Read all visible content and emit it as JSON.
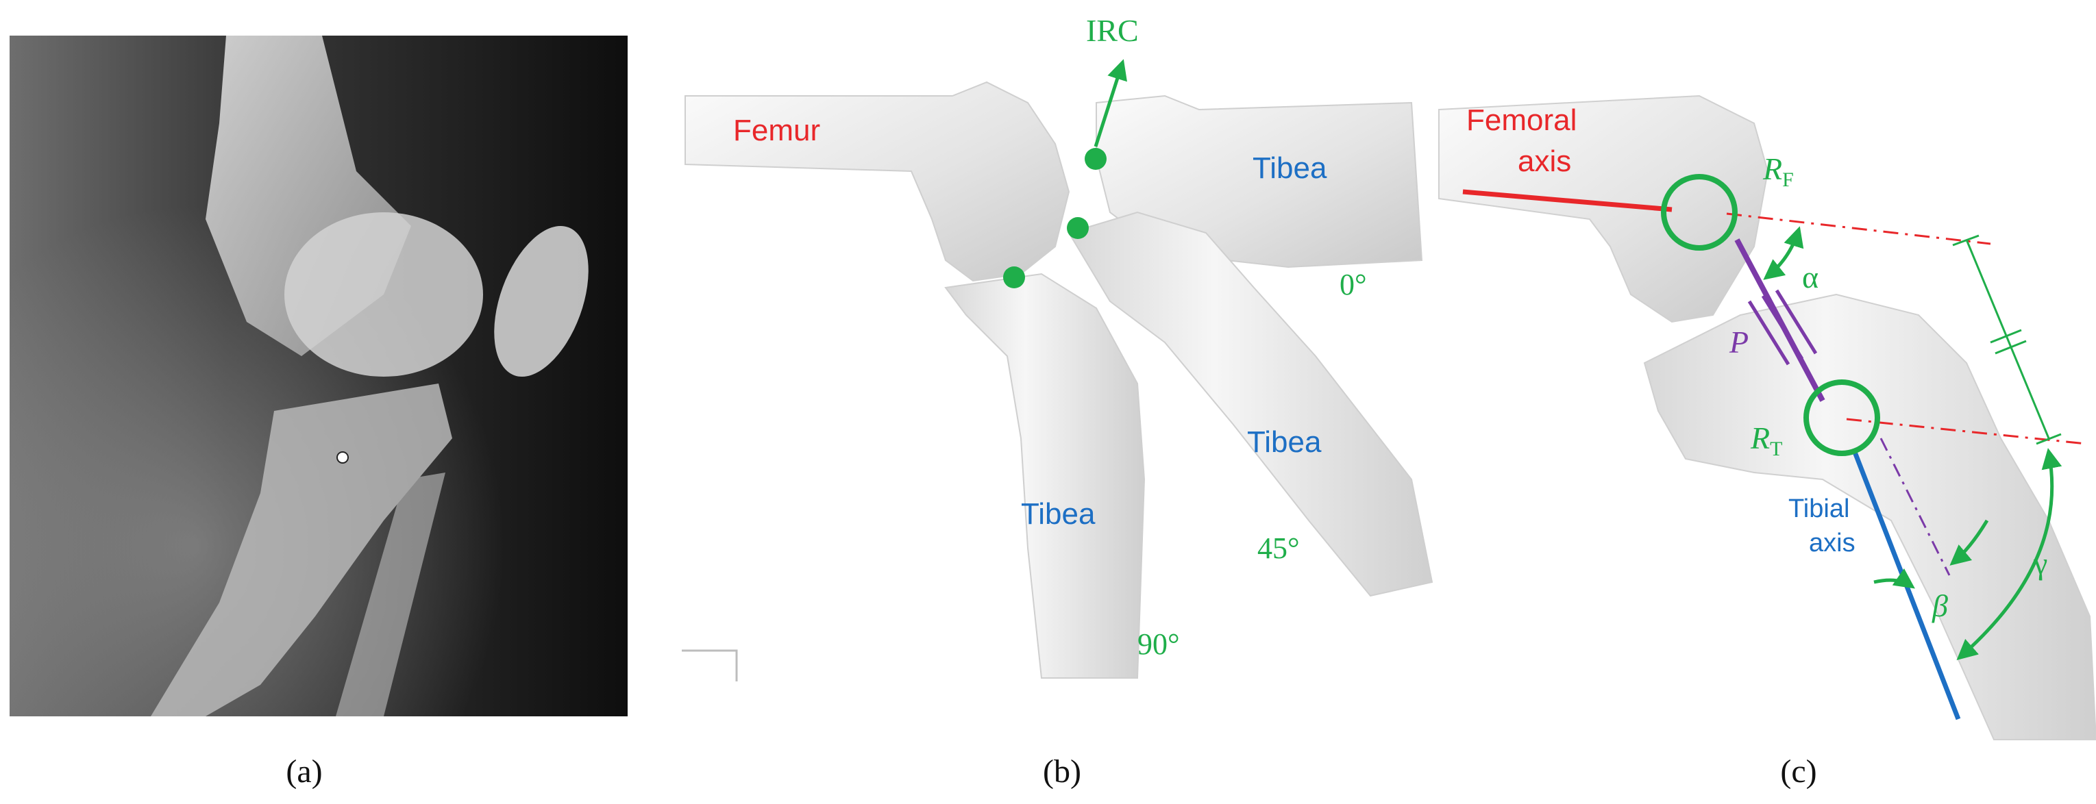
{
  "colors": {
    "red": "#e8272a",
    "blue": "#1d6fc4",
    "green": "#1fae4a",
    "purple": "#7b3aa8",
    "black": "#111111"
  },
  "panel_a": {
    "caption": "(a)"
  },
  "panel_b": {
    "caption": "(b)",
    "irc_label": "IRC",
    "femur_label": "Femur",
    "tibea_0_label": "Tibea",
    "tibea_45_label": "Tibea",
    "tibea_90_label": "Tibea",
    "angle_0": "0°",
    "angle_45": "45°",
    "angle_90": "90°"
  },
  "panel_c": {
    "caption": "(c)",
    "femoral_axis_line1": "Femoral",
    "femoral_axis_line2": "axis",
    "rf_main": "R",
    "rf_sub": "F",
    "rt_main": "R",
    "rt_sub": "T",
    "alpha": "α",
    "p_label": "P",
    "tibial_axis_line1": "Tibial",
    "tibial_axis_line2": "axis",
    "beta": "β",
    "gamma": "γ"
  }
}
